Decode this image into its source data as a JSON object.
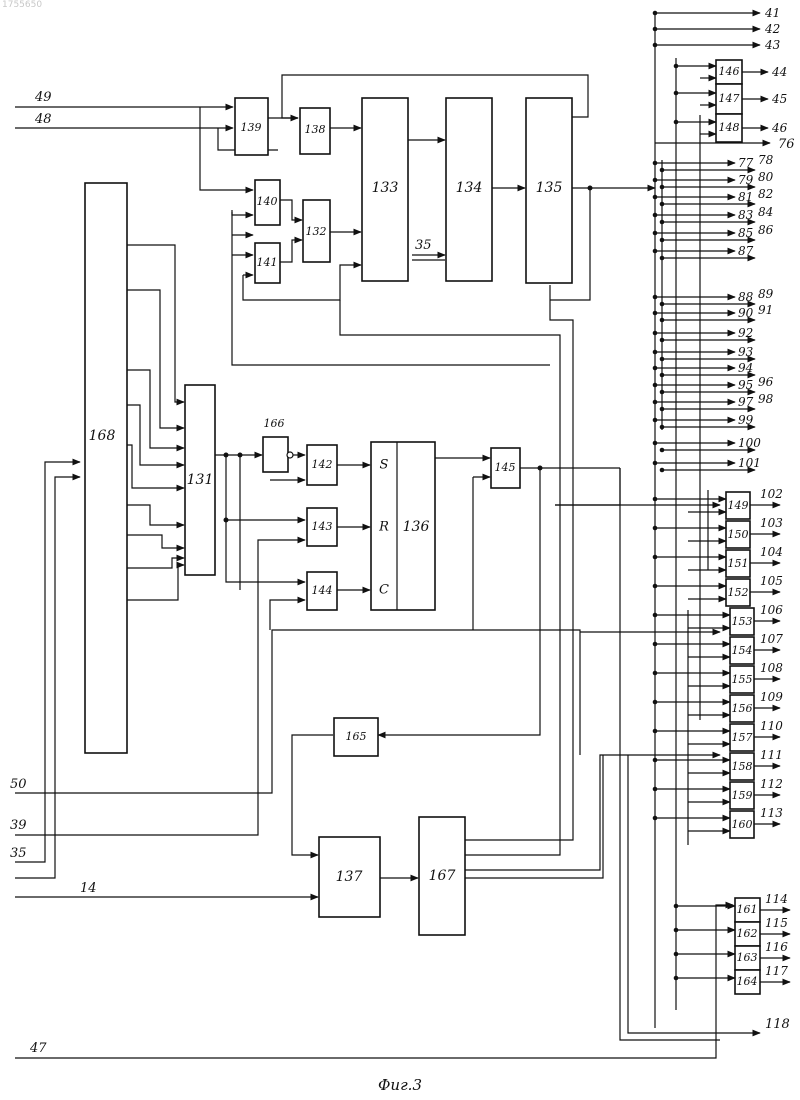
{
  "doc_id": "1755650",
  "caption": "Фиг.3",
  "inputs": {
    "i49": "49",
    "i48": "48",
    "i50": "50",
    "i39": "39",
    "i35": "35",
    "i14": "14",
    "i47": "47",
    "i35b": "35"
  },
  "blocks": {
    "b168": "168",
    "b131": "131",
    "b139": "139",
    "b138": "138",
    "b140": "140",
    "b141": "141",
    "b132": "132",
    "b133": "133",
    "b134": "134",
    "b135": "135",
    "b166": "166",
    "b142": "142",
    "b143": "143",
    "b144": "144",
    "b136": "136",
    "b145": "145",
    "b165": "165",
    "b137": "137",
    "b167": "167",
    "b146": "146",
    "b147": "147",
    "b148": "148"
  },
  "trigger_pins": {
    "s": "S",
    "r": "R",
    "c": "C"
  },
  "top_outputs": [
    "41",
    "42",
    "43"
  ],
  "group_outputs": [
    {
      "block": "146",
      "out": "44"
    },
    {
      "block": "147",
      "out": "45"
    },
    {
      "block": "148",
      "out": "46"
    }
  ],
  "out76": "76",
  "bus_outputs": [
    {
      "a": "77",
      "b": "78"
    },
    {
      "a": "79",
      "b": "80"
    },
    {
      "a": "81",
      "b": "82"
    },
    {
      "a": "83",
      "b": "84"
    },
    {
      "a": "85",
      "b": "86"
    },
    {
      "a": "87",
      "b": ""
    },
    {
      "a": "88",
      "b": "89"
    },
    {
      "a": "90",
      "b": "91"
    },
    {
      "a": "92",
      "b": ""
    },
    {
      "a": "93",
      "b": ""
    },
    {
      "a": "94",
      "b": ""
    },
    {
      "a": "95",
      "b": "96"
    },
    {
      "a": "97",
      "b": "98"
    },
    {
      "a": "99",
      "b": ""
    },
    {
      "a": "100",
      "b": ""
    },
    {
      "a": "101",
      "b": ""
    }
  ],
  "right_blocks": [
    {
      "block": "149",
      "out": "102"
    },
    {
      "block": "150",
      "out": "103"
    },
    {
      "block": "151",
      "out": "104"
    },
    {
      "block": "152",
      "out": "105"
    },
    {
      "block": "153",
      "out": "106"
    },
    {
      "block": "154",
      "out": "107"
    },
    {
      "block": "155",
      "out": "108"
    },
    {
      "block": "156",
      "out": "109"
    },
    {
      "block": "157",
      "out": "110"
    },
    {
      "block": "158",
      "out": "111"
    },
    {
      "block": "159",
      "out": "112"
    },
    {
      "block": "160",
      "out": "113"
    }
  ],
  "bottom_blocks": [
    {
      "block": "161",
      "out": "114"
    },
    {
      "block": "162",
      "out": "115"
    },
    {
      "block": "163",
      "out": "116"
    },
    {
      "block": "164",
      "out": "117"
    }
  ],
  "out118": "118"
}
